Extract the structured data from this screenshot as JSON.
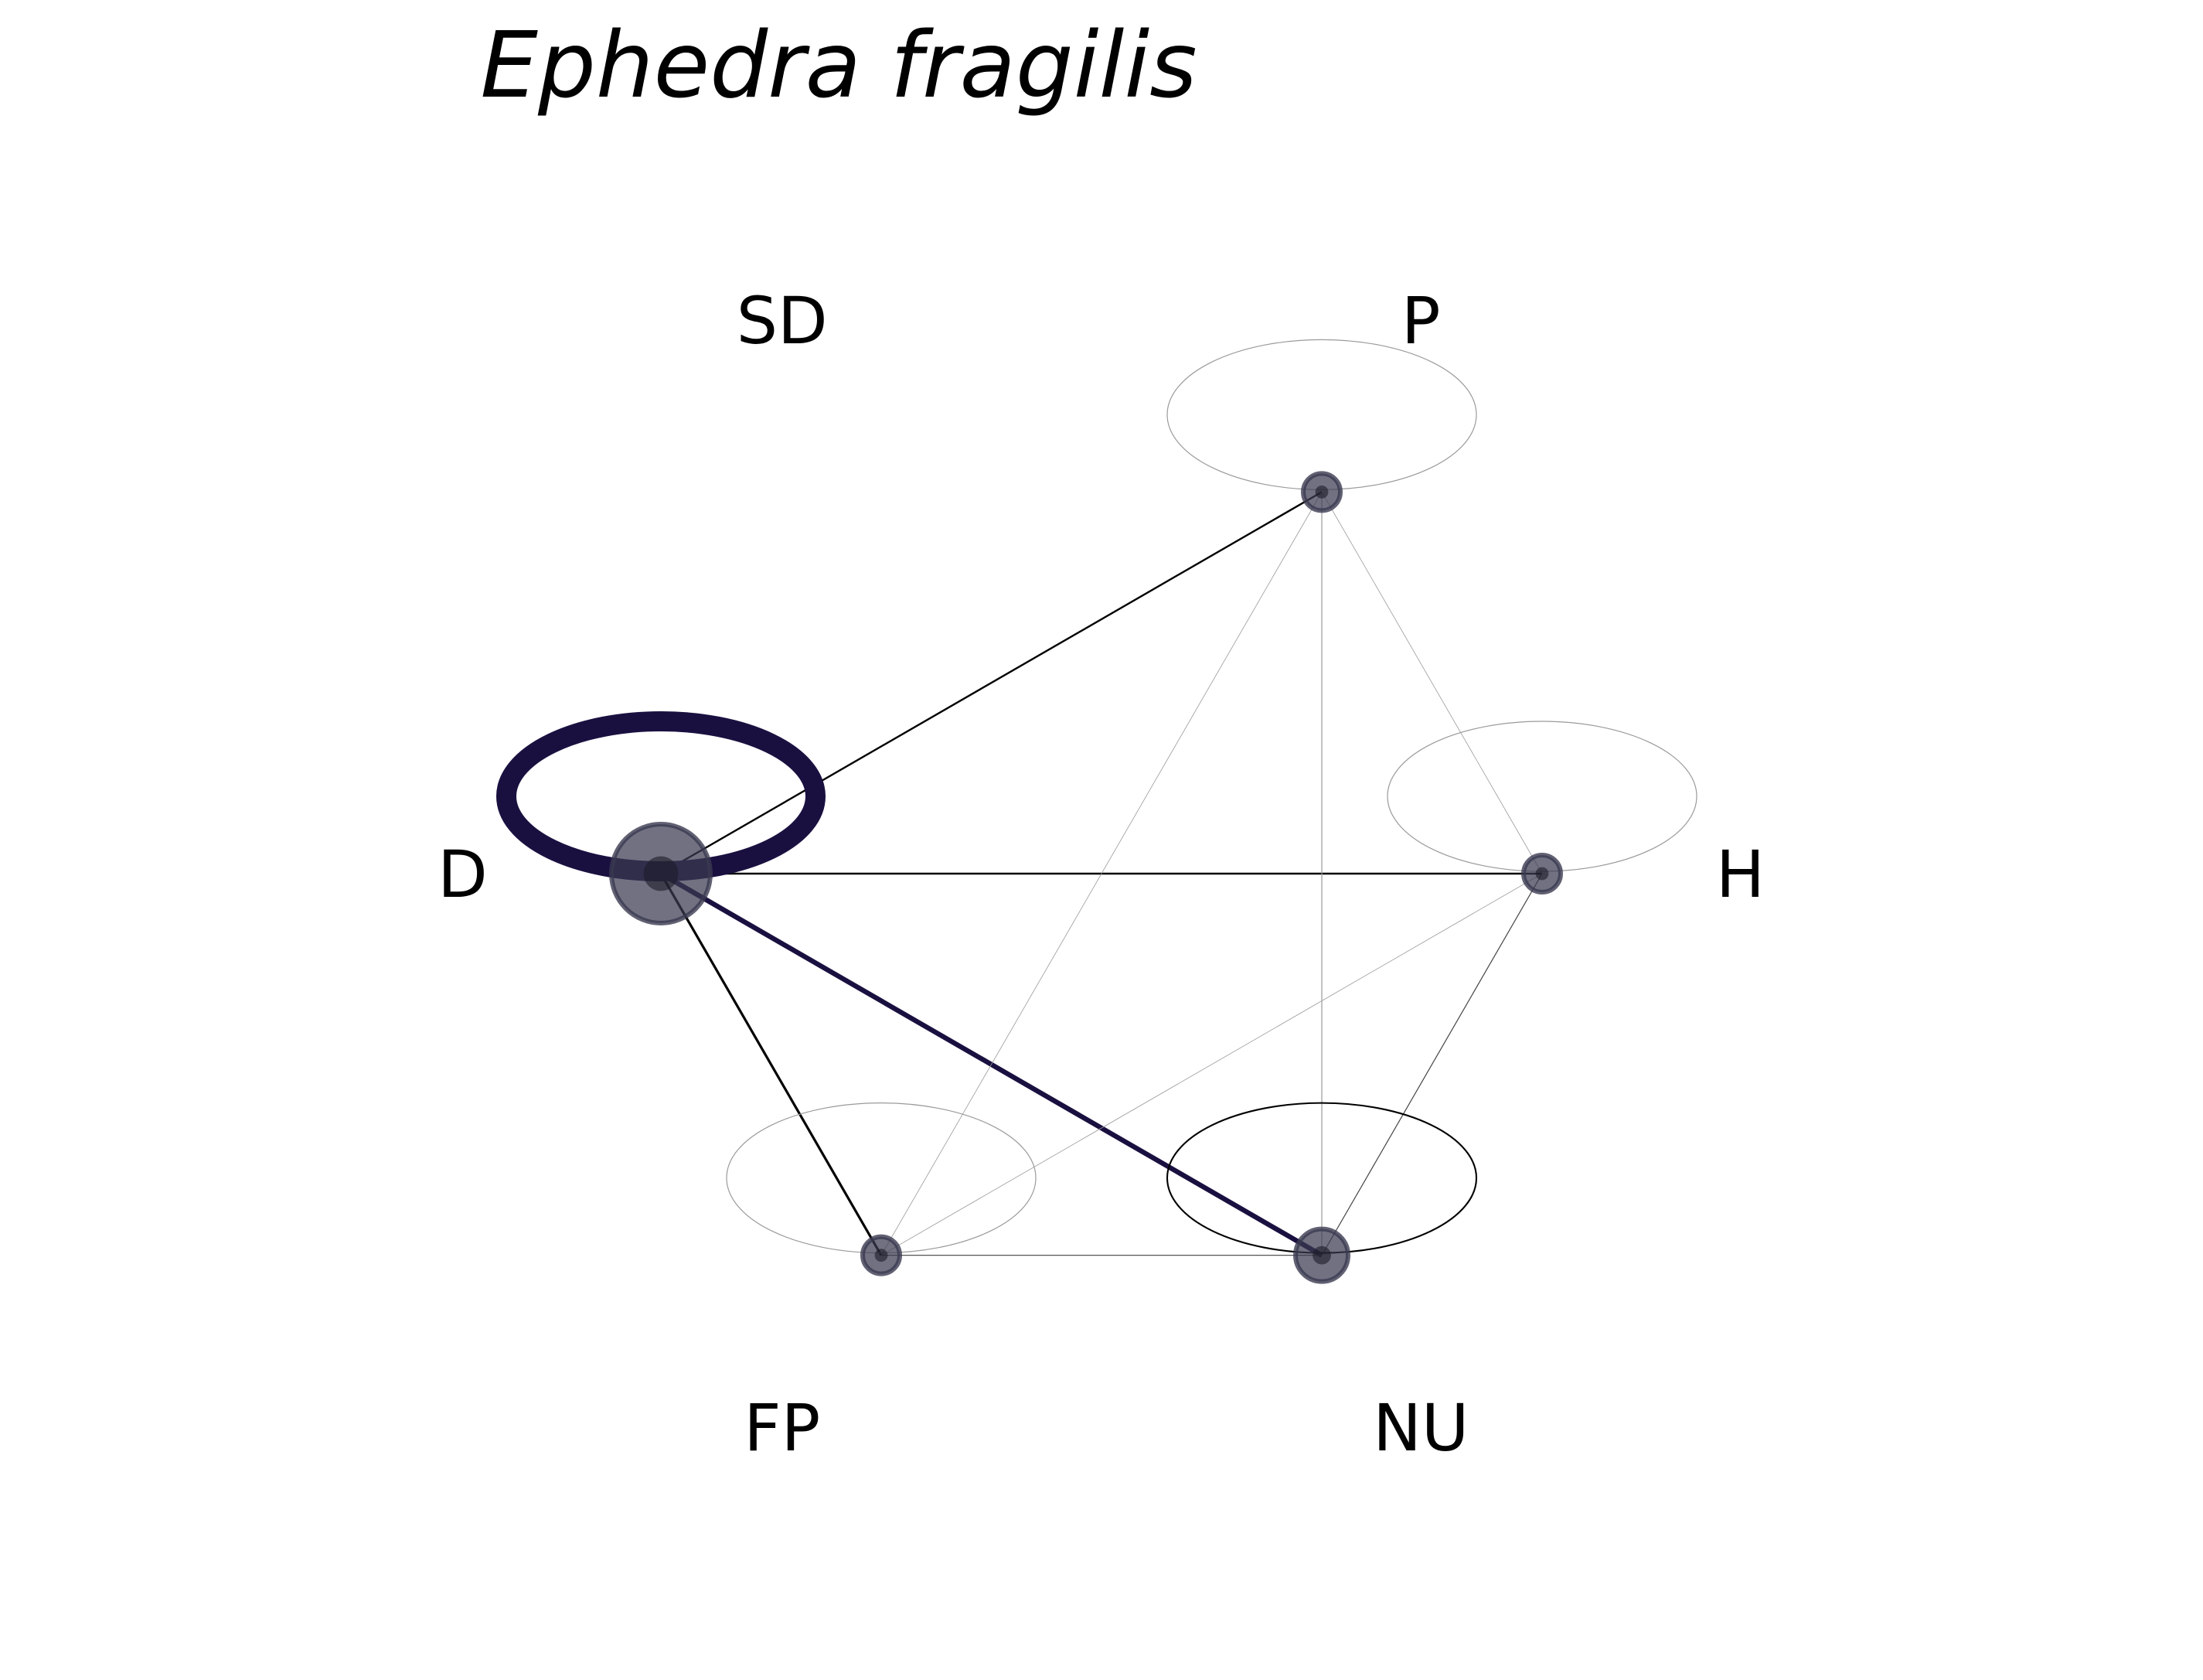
{
  "title": "Ephedra fragilis",
  "colors": {
    "dark": "#1a1040",
    "node": "#3a3a50",
    "light_edge": "#9a9a9a",
    "black": "#000000"
  },
  "nodes": [
    {
      "id": "SD",
      "label": "SD",
      "size": 0
    },
    {
      "id": "P",
      "label": "P",
      "size": 1
    },
    {
      "id": "D",
      "label": "D",
      "size": 5
    },
    {
      "id": "H",
      "label": "H",
      "size": 1
    },
    {
      "id": "FP",
      "label": "FP",
      "size": 1
    },
    {
      "id": "NU",
      "label": "NU",
      "size": 2
    }
  ],
  "self_loops": [
    {
      "node": "D",
      "weight": 10,
      "color": "#1a1040"
    },
    {
      "node": "P",
      "weight": 0.2,
      "color": "#9a9a9a"
    },
    {
      "node": "H",
      "weight": 0.2,
      "color": "#9a9a9a"
    },
    {
      "node": "FP",
      "weight": 0.2,
      "color": "#9a9a9a"
    },
    {
      "node": "NU",
      "weight": 0.8,
      "color": "#000000"
    }
  ],
  "edges": [
    {
      "source": "D",
      "target": "P",
      "weight": 1.2,
      "color": "#000000"
    },
    {
      "source": "D",
      "target": "H",
      "weight": 1.2,
      "color": "#000000"
    },
    {
      "source": "D",
      "target": "FP",
      "weight": 1.6,
      "color": "#000000"
    },
    {
      "source": "D",
      "target": "NU",
      "weight": 3.2,
      "color": "#1a1040"
    },
    {
      "source": "P",
      "target": "NU",
      "weight": 0.6,
      "color": "#9a9a9a"
    },
    {
      "source": "P",
      "target": "FP",
      "weight": 0.4,
      "color": "#9a9a9a"
    },
    {
      "source": "P",
      "target": "H",
      "weight": 0.4,
      "color": "#9a9a9a"
    },
    {
      "source": "H",
      "target": "FP",
      "weight": 0.4,
      "color": "#9a9a9a"
    },
    {
      "source": "H",
      "target": "NU",
      "weight": 0.6,
      "color": "#444444"
    },
    {
      "source": "FP",
      "target": "NU",
      "weight": 0.6,
      "color": "#555555"
    }
  ]
}
